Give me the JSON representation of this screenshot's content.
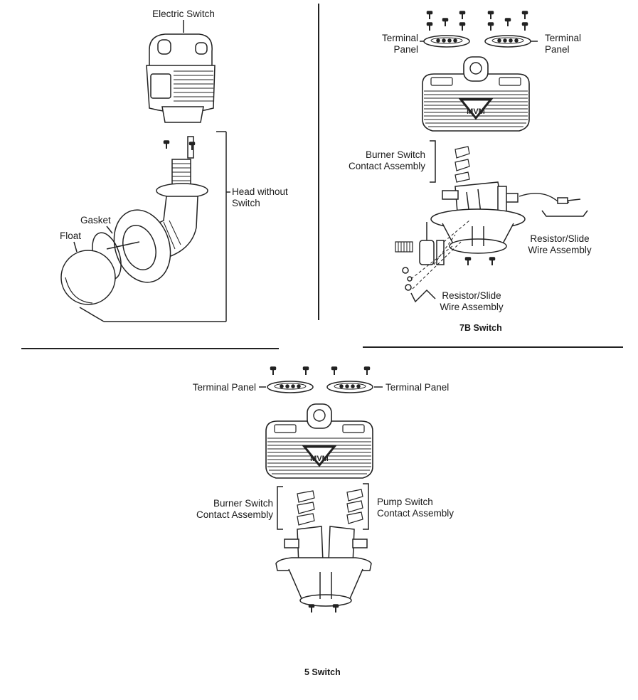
{
  "float_switch": {
    "electric_switch": "Electric Switch",
    "head_without_switch": [
      "Head without",
      "Switch"
    ],
    "gasket": "Gasket",
    "float": "Float"
  },
  "switch_7b": {
    "caption": "7B Switch",
    "terminal_panel_left": [
      "Terminal",
      "Panel"
    ],
    "terminal_panel_right": [
      "Terminal",
      "Panel"
    ],
    "burner_switch": [
      "Burner Switch",
      "Contact Assembly"
    ],
    "resistor_right": [
      "Resistor/Slide",
      "Wire Assembly"
    ],
    "resistor_bottom": [
      "Resistor/Slide",
      "Wire Assembly"
    ]
  },
  "switch_5": {
    "caption": "5 Switch",
    "terminal_panel_left": "Terminal Panel",
    "terminal_panel_right": "Terminal Panel",
    "burner_switch": [
      "Burner Switch",
      "Contact Assembly"
    ],
    "pump_switch": [
      "Pump Switch",
      "Contact Assembly"
    ]
  },
  "logo_mark": "MVM"
}
